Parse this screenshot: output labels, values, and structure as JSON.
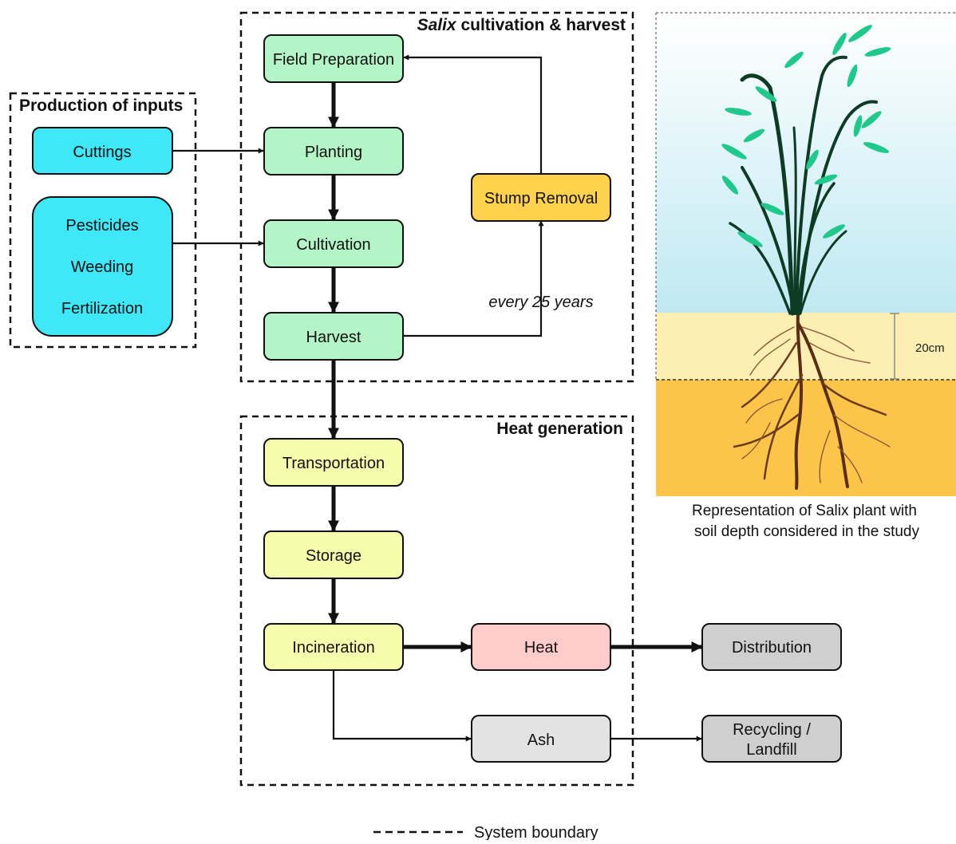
{
  "boundaries": {
    "inputs_title": "Production of inputs",
    "salix_title_italic": "Salix",
    "salix_title_rest": " cultivation & harvest",
    "heat_title": "Heat generation"
  },
  "nodes": {
    "field_preparation": "Field Preparation",
    "planting": "Planting",
    "cultivation": "Cultivation",
    "harvest": "Harvest",
    "stump_removal": "Stump Removal",
    "cuttings": "Cuttings",
    "pesticides": "Pesticides",
    "weeding": "Weeding",
    "fertilization": "Fertilization",
    "transportation": "Transportation",
    "storage": "Storage",
    "incineration": "Incineration",
    "heat": "Heat",
    "ash": "Ash",
    "distribution": "Distribution",
    "recycling_line1": "Recycling /",
    "recycling_line2": "Landfill"
  },
  "edge_labels": {
    "cycle": "every 25 years"
  },
  "illustration": {
    "depth_label": "20cm",
    "caption_line1": "Representation of Salix plant with",
    "caption_line2": "soil depth considered in the study"
  },
  "legend": {
    "system_boundary": "System boundary"
  },
  "colors": {
    "cultivation_green": "#b3f5c6",
    "input_cyan": "#3ee8f6",
    "stump_orange": "#ffd24d",
    "heat_yellow": "#f7fbac",
    "heat_pink": "#ffcccb",
    "ash_light_gray": "#e3e3e3",
    "output_gray": "#cfcfcf",
    "sky": "#c3ebf3",
    "topsoil": "#fdeeb1",
    "subsoil": "#fdc44a"
  }
}
